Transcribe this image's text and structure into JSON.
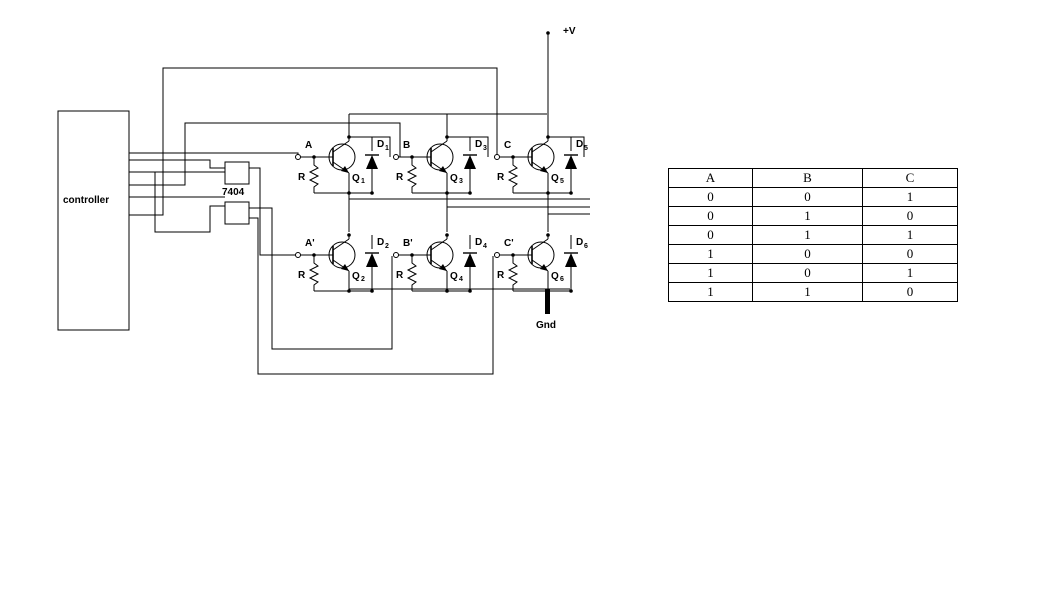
{
  "labels": {
    "controller": "controller",
    "inverter": "7404",
    "supply": "+V",
    "ground": "Gnd",
    "resistor": "R"
  },
  "transistors": [
    {
      "input": "A",
      "q": "Q",
      "q_sub": "1",
      "d": "D",
      "d_sub": "1"
    },
    {
      "input": "B",
      "q": "Q",
      "q_sub": "3",
      "d": "D",
      "d_sub": "3"
    },
    {
      "input": "C",
      "q": "Q",
      "q_sub": "5",
      "d": "D",
      "d_sub": "5"
    },
    {
      "input": "A'",
      "q": "Q",
      "q_sub": "2",
      "d": "D",
      "d_sub": "2"
    },
    {
      "input": "B'",
      "q": "Q",
      "q_sub": "4",
      "d": "D",
      "d_sub": "4"
    },
    {
      "input": "C'",
      "q": "Q",
      "q_sub": "6",
      "d": "D",
      "d_sub": "6"
    }
  ],
  "truth_table": {
    "headers": [
      "A",
      "B",
      "C"
    ],
    "rows": [
      [
        "0",
        "0",
        "1"
      ],
      [
        "0",
        "1",
        "0"
      ],
      [
        "0",
        "1",
        "1"
      ],
      [
        "1",
        "0",
        "0"
      ],
      [
        "1",
        "0",
        "1"
      ],
      [
        "1",
        "1",
        "0"
      ]
    ]
  }
}
